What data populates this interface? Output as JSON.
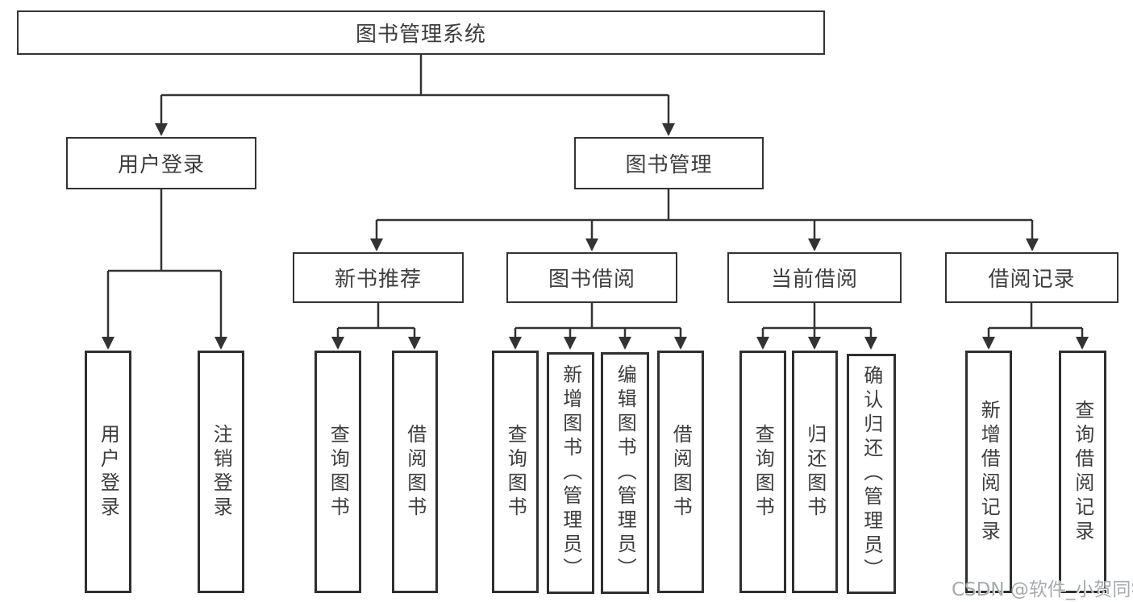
{
  "nodes": {
    "root": "图书管理系统",
    "user_login": "用户登录",
    "book_mgmt": "图书管理",
    "login_child_1": "用户登录",
    "login_child_2": "注销登录",
    "new_book_rec": "新书推荐",
    "book_borrow": "图书借阅",
    "current_borrow": "当前借阅",
    "borrow_record": "借阅记录",
    "rec_child_1": "查询图书",
    "rec_child_2": "借阅图书",
    "borrow_child_1": "查询图书",
    "borrow_child_2": "新增图书（管理员）",
    "borrow_child_3": "编辑图书（管理员）",
    "borrow_child_4": "借阅图书",
    "current_child_1": "查询图书",
    "current_child_2": "归还图书",
    "current_child_3": "确认归还（管理员）",
    "record_child_1": "新增借阅记录",
    "record_child_2": "查询借阅记录"
  },
  "watermark": "CSDN @软件_小贺同学",
  "colors": {
    "line": "#333333",
    "node_border": "#333333",
    "text": "#3d3d3d",
    "watermark": "#a6abaf",
    "background": "#ffffff"
  }
}
